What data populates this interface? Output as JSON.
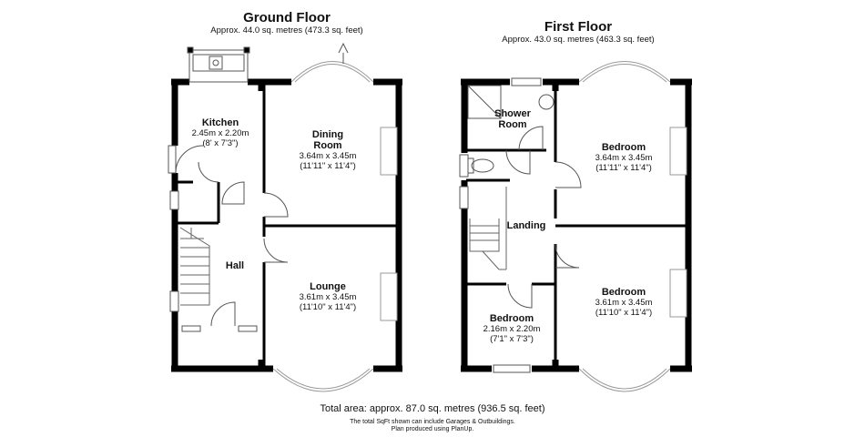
{
  "ground_floor": {
    "title": "Ground Floor",
    "area": "Approx. 44.0 sq. metres (473.3 sq. feet)",
    "rooms": {
      "kitchen": {
        "name": "Kitchen",
        "dim_m": "2.45m x 2.20m",
        "dim_ft": "(8' x 7'3\")"
      },
      "dining": {
        "name_line1": "Dining",
        "name_line2": "Room",
        "dim_m": "3.64m x 3.45m",
        "dim_ft": "(11'11\" x 11'4\")"
      },
      "hall": {
        "name": "Hall"
      },
      "lounge": {
        "name": "Lounge",
        "dim_m": "3.61m x 3.45m",
        "dim_ft": "(11'10\" x 11'4\")"
      }
    }
  },
  "first_floor": {
    "title": "First Floor",
    "area": "Approx. 43.0 sq. metres (463.3 sq. feet)",
    "rooms": {
      "shower": {
        "name_line1": "Shower",
        "name_line2": "Room"
      },
      "bedroom1": {
        "name": "Bedroom",
        "dim_m": "3.64m x 3.45m",
        "dim_ft": "(11'11\" x 11'4\")"
      },
      "landing": {
        "name": "Landing"
      },
      "bedroom2": {
        "name": "Bedroom",
        "dim_m": "3.61m x 3.45m",
        "dim_ft": "(11'10\" x 11'4\")"
      },
      "bedroom3": {
        "name": "Bedroom",
        "dim_m": "2.16m x 2.20m",
        "dim_ft": "(7'1\" x 7'3\")"
      }
    }
  },
  "footer": {
    "total": "Total area: approx. 87.0 sq. metres (936.5 sq. feet)",
    "note_line1": "The total SqFt shown can include Garages & Outbuildings.",
    "note_line2": "Plan produced using PlanUp."
  }
}
